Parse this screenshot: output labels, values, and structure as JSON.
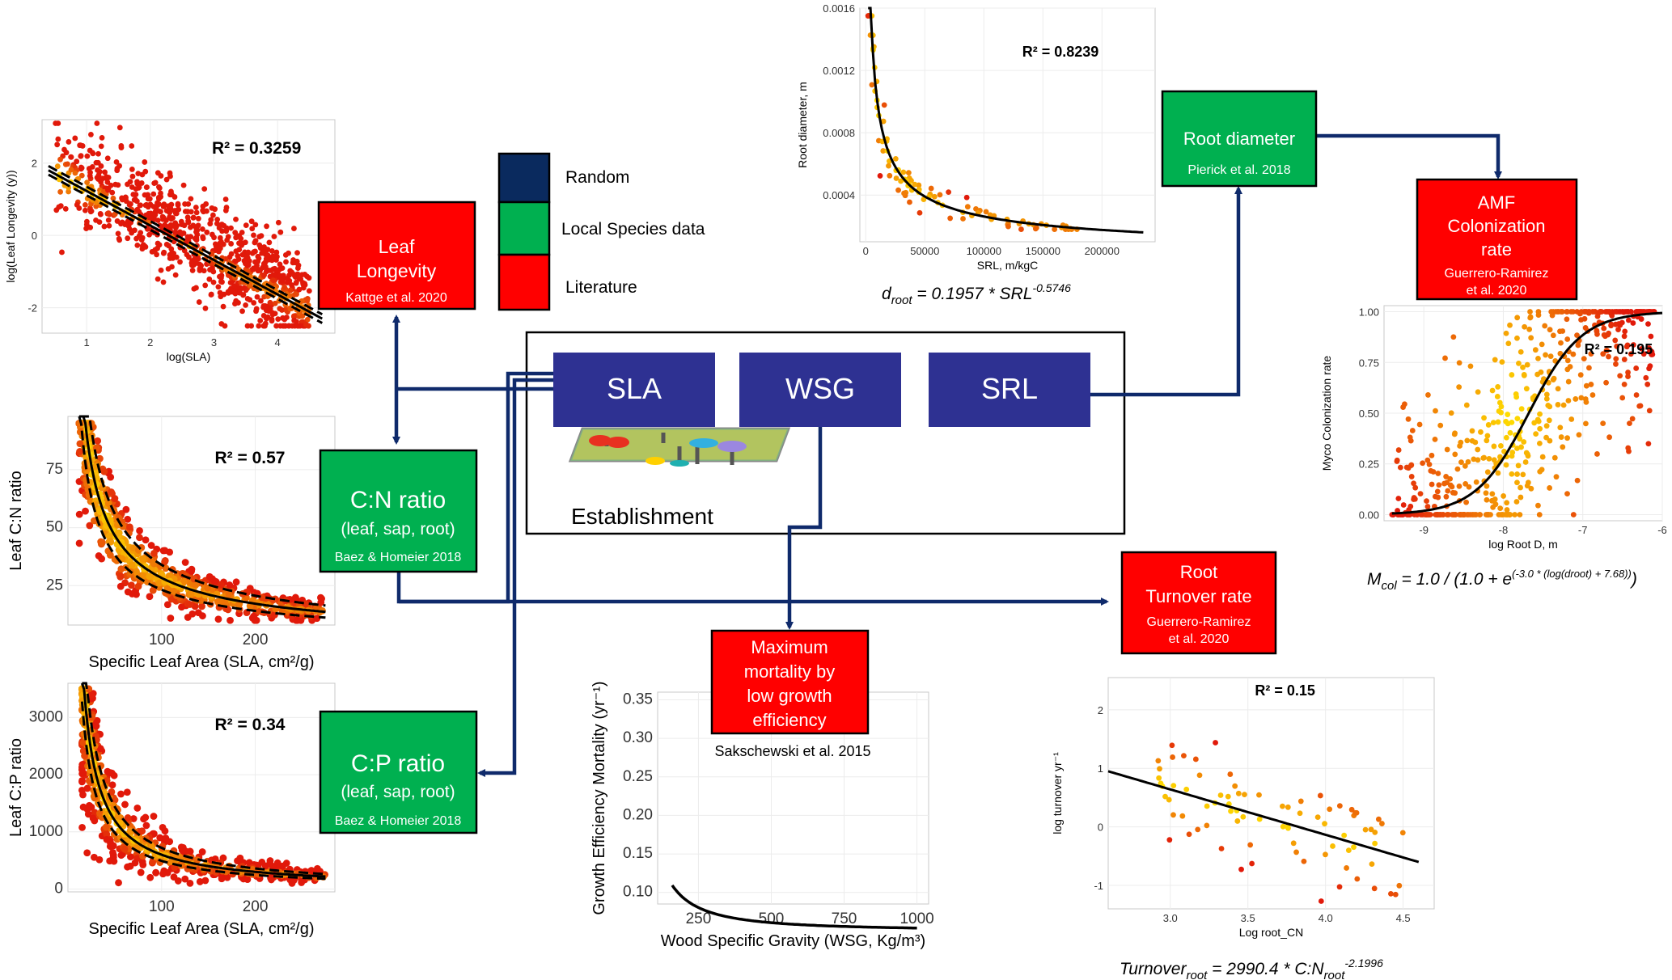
{
  "colors": {
    "navy": "#0f2a6b",
    "trait_box": "#2e3192",
    "local_species": "#00b050",
    "literature": "#ff0000",
    "random": "#0a2a5e",
    "fit_line": "#000000",
    "point_low": "#ffe000",
    "point_mid": "#ff9900",
    "point_high": "#e8200a"
  },
  "legend": {
    "items": [
      {
        "label": "Random",
        "color": "#0a2a5e"
      },
      {
        "label": "Local Species data",
        "color": "#00b050"
      },
      {
        "label": "Literature",
        "color": "#ff0000"
      }
    ]
  },
  "traits": {
    "sla": "SLA",
    "wsg": "WSG",
    "srl": "SRL",
    "establishment": "Establishment"
  },
  "boxes": {
    "leaf_longevity": {
      "title_line1": "Leaf",
      "title_line2": "Longevity",
      "citation": "Kattge et al. 2020"
    },
    "cn_ratio": {
      "title": "C:N ratio",
      "subtitle": "(leaf, sap, root)",
      "citation": "Baez & Homeier 2018"
    },
    "cp_ratio": {
      "title": "C:P ratio",
      "subtitle": "(leaf, sap, root)",
      "citation": "Baez & Homeier 2018"
    },
    "root_diameter": {
      "title": "Root diameter",
      "citation": "Pierick et al. 2018"
    },
    "amf": {
      "line1": "AMF",
      "line2": "Colonization",
      "line3": "rate",
      "citation1": "Guerrero-Ramirez",
      "citation2": "et al. 2020"
    },
    "root_turnover": {
      "line1": "Root",
      "line2": "Turnover rate",
      "citation1": "Guerrero-Ramirez",
      "citation2": "et al. 2020"
    },
    "max_mortality": {
      "line1": "Maximum",
      "line2": "mortality by",
      "line3": "low growth",
      "line4": "efficiency",
      "citation": "Sakschewski et al. 2015"
    }
  },
  "equations": {
    "droot": {
      "lhs": "d",
      "lhs_sub": "root",
      "mid": " = 0.1957 * SRL",
      "exp": "-0.5746"
    },
    "mcol": {
      "lhs": "M",
      "lhs_sub": "col",
      "mid": " = 1.0 / (1.0 + e",
      "exp": "(-3.0 * (log(droot) + 7.68))",
      "tail": ")"
    },
    "turnover": {
      "lhs": "Turnover",
      "lhs_sub": "root",
      "mid": " = 2990.4 * C:N",
      "sub2": "root",
      "exp": "-2.1996"
    }
  },
  "chart_data": [
    {
      "id": "leaf_longevity",
      "type": "scatter",
      "xlabel": "log(SLA)",
      "ylabel": "log(Leaf Longevity (y))",
      "xlim": [
        0.3,
        4.9
      ],
      "ylim": [
        -2.7,
        3.2
      ],
      "xticks": [
        1,
        2,
        3,
        4
      ],
      "yticks": [
        -2,
        0,
        2
      ],
      "annotation": "R² = 0.3259",
      "fit": {
        "form": "linear",
        "points": [
          [
            0.4,
            1.8
          ],
          [
            4.7,
            -2.3
          ]
        ]
      },
      "confidence_band": true
    },
    {
      "id": "cn_ratio",
      "type": "scatter",
      "xlabel": "Specific Leaf Area (SLA, cm²/g)",
      "ylabel": "Leaf C:N ratio",
      "xlim": [
        0,
        285
      ],
      "ylim": [
        8,
        98
      ],
      "xticks": [
        100,
        200
      ],
      "yticks": [
        25,
        50,
        75
      ],
      "annotation": "R² = 0.57",
      "fit": {
        "form": "power",
        "a": 780,
        "b": -0.72,
        "x_from": 12,
        "x_to": 275
      },
      "confidence_band": true
    },
    {
      "id": "cp_ratio",
      "type": "scatter",
      "xlabel": "Specific Leaf Area (SLA, cm²/g)",
      "ylabel": "Leaf C:P ratio",
      "xlim": [
        0,
        285
      ],
      "ylim": [
        -50,
        3600
      ],
      "xticks": [
        100,
        200
      ],
      "yticks": [
        0,
        1000,
        2000,
        3000
      ],
      "annotation": "R² = 0.34",
      "fit": {
        "form": "power",
        "a": 60000,
        "b": -1.0,
        "x_from": 15,
        "x_to": 275
      },
      "confidence_band": true
    },
    {
      "id": "root_diameter",
      "type": "scatter",
      "xlabel": "SRL, m/kgC",
      "ylabel": "Root diameter, m",
      "xlim": [
        -5000,
        245000
      ],
      "ylim": [
        0.0001,
        0.0016
      ],
      "xticks": [
        0,
        50000,
        100000,
        150000,
        200000
      ],
      "xticklabels": [
        "0",
        "50000",
        "100000",
        "150000",
        "200000"
      ],
      "yticks": [
        0.0004,
        0.0008,
        0.0012,
        0.0016
      ],
      "yticklabels": [
        "0.0004",
        "0.0008",
        "0.0012",
        "0.0016"
      ],
      "annotation": "R² = 0.8239",
      "fit": {
        "form": "power",
        "a": 0.1957,
        "b": -0.5746,
        "x_from": 2000,
        "x_to": 235000
      }
    },
    {
      "id": "amf",
      "type": "scatter",
      "xlabel": "log Root D, m",
      "ylabel": "Myco Colonization rate",
      "xlim": [
        -9.5,
        -6.0
      ],
      "ylim": [
        -0.03,
        1.03
      ],
      "xticks": [
        -9,
        -8,
        -7,
        -6
      ],
      "yticks": [
        0,
        0.25,
        0.5,
        0.75,
        1.0
      ],
      "yticklabels": [
        "0.00",
        "0.25",
        "0.50",
        "0.75",
        "1.00"
      ],
      "annotation": "R² = 0.195",
      "fit": {
        "form": "logistic",
        "k": -3.0,
        "c": 7.68,
        "x_from": -9.4,
        "x_to": -6.0
      }
    },
    {
      "id": "growth_efficiency",
      "type": "line",
      "xlabel": "Wood Specific Gravity (WSG, Kg/m³)",
      "ylabel": "Growth Efficiency Mortality (yr⁻¹)",
      "xlim": [
        110,
        1040
      ],
      "ylim": [
        0.085,
        0.36
      ],
      "xticks": [
        250,
        500,
        750,
        1000
      ],
      "yticks": [
        0.1,
        0.15,
        0.2,
        0.25,
        0.3,
        0.35
      ],
      "yticklabels": [
        "0.10",
        "0.15",
        "0.20",
        "0.25",
        "0.30",
        "0.35"
      ],
      "series": [
        {
          "x_from": 160,
          "x_to": 1000,
          "a": 0.05,
          "b": 6.0,
          "c": 1.5
        }
      ]
    },
    {
      "id": "root_turnover",
      "type": "scatter",
      "xlabel": "Log root_CN",
      "ylabel": "log turnover yr⁻¹",
      "xlim": [
        2.6,
        4.7
      ],
      "ylim": [
        -1.4,
        2.55
      ],
      "xticks": [
        3.0,
        3.5,
        4.0,
        4.5
      ],
      "xticklabels": [
        "3.0",
        "3.5",
        "4.0",
        "4.5"
      ],
      "yticks": [
        -1,
        0,
        1,
        2
      ],
      "annotation": "R² = 0.15",
      "fit": {
        "form": "linear",
        "points": [
          [
            2.6,
            0.95
          ],
          [
            4.6,
            -0.6
          ]
        ]
      }
    }
  ]
}
